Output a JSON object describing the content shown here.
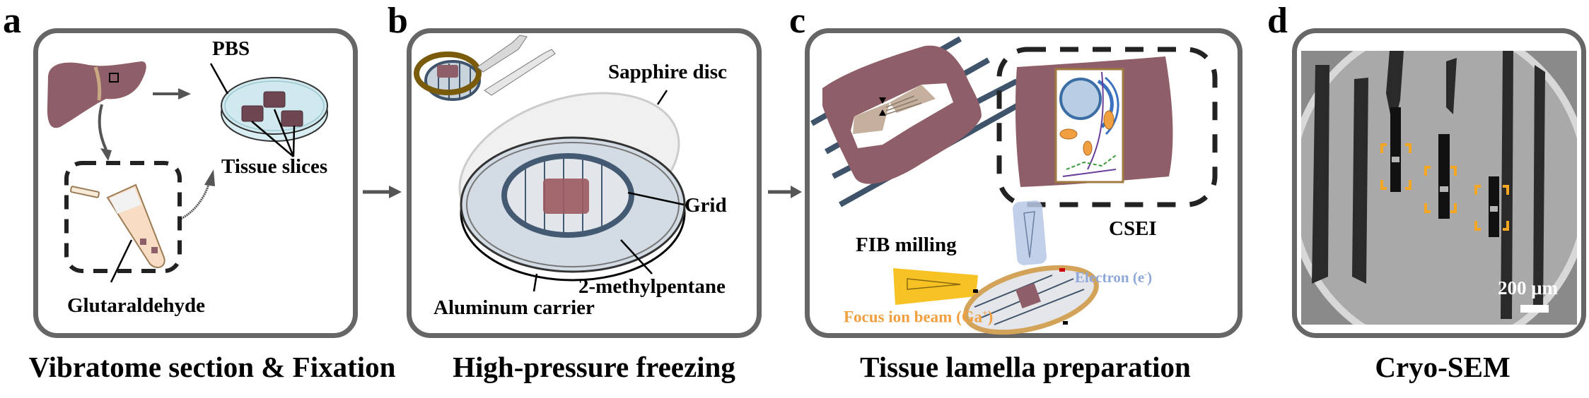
{
  "figure": {
    "panels": [
      {
        "letter": "a",
        "caption": "Vibratome section & Fixation",
        "labels": {
          "pbs": "PBS",
          "tissue_slices": "Tissue slices",
          "glutaraldehyde": "Glutaraldehyde"
        }
      },
      {
        "letter": "b",
        "caption": "High-pressure freezing",
        "labels": {
          "sapphire_disc": "Sapphire disc",
          "grid": "Grid",
          "methylpentane": "2-methylpentane",
          "aluminum_carrier": "Aluminum carrier"
        }
      },
      {
        "letter": "c",
        "caption": "Tissue lamella preparation",
        "labels": {
          "fib_milling": "FIB milling",
          "csei": "CSEI",
          "electron_prefix": "Electron (e",
          "electron_sup": "-",
          "electron_suffix": ")",
          "ion_prefix": "Focus ion beam (Ga",
          "ion_sup": "+",
          "ion_suffix": ")"
        }
      },
      {
        "letter": "d",
        "caption": "Cryo-SEM",
        "labels": {
          "scale_bar": "200 μm"
        }
      }
    ],
    "colors": {
      "panel_border": "#666666",
      "tissue": "#8e5f68",
      "tissue_slice": "#6e4652",
      "grid_bar": "#3f536b",
      "electron_beam": "#8fa8d8",
      "ion_beam": "#f0a030",
      "roi_bracket": "#f5a623",
      "grid_ring": "#d4a35a",
      "petri_dish": "#cfe9ef"
    },
    "icons": [
      "liver-icon",
      "petri-dish-icon",
      "tube-icon",
      "grid-holder-icon",
      "carrier-icon",
      "tissue-block-icon",
      "cell-icon",
      "electron-beam-icon",
      "ion-beam-icon",
      "sem-image"
    ]
  }
}
